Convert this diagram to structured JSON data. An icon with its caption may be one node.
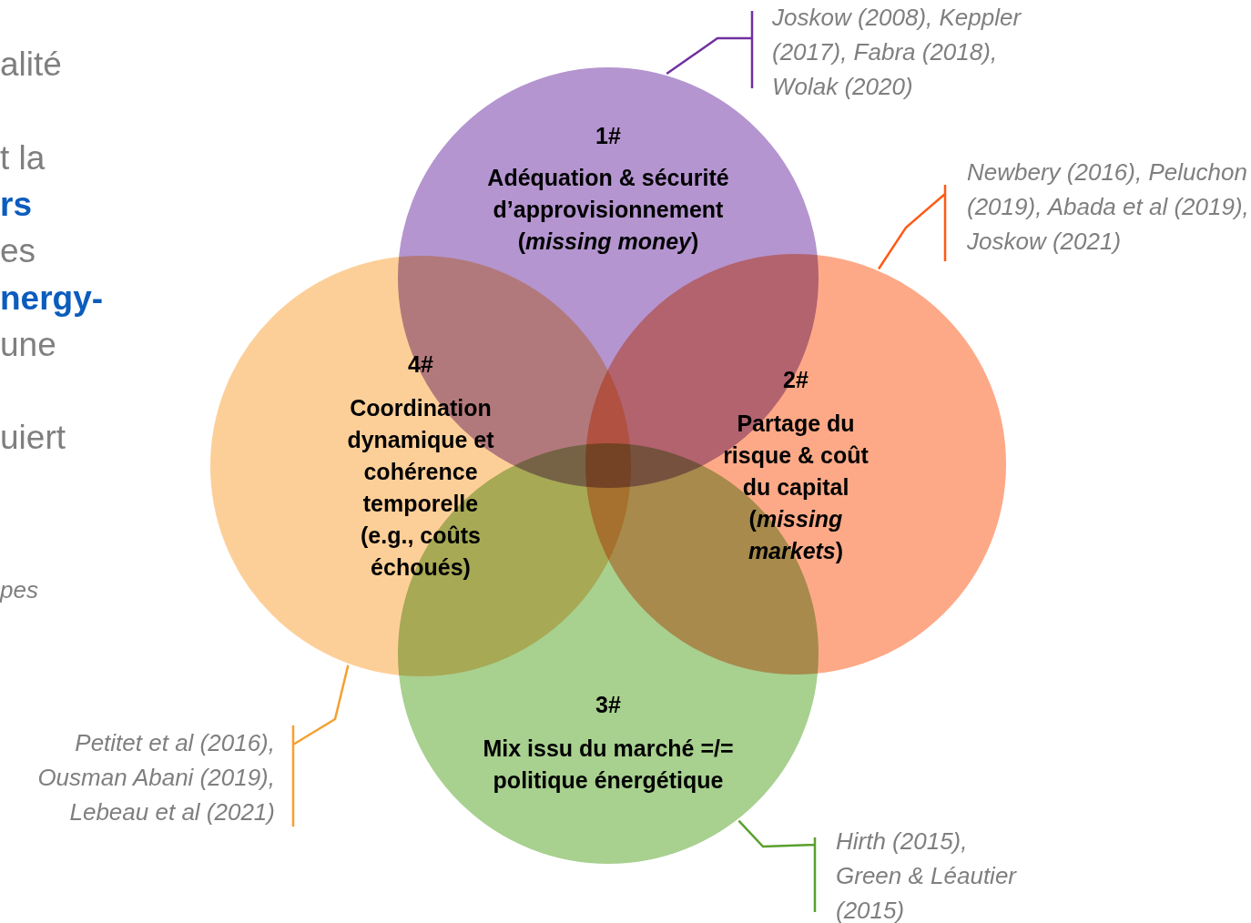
{
  "diagram": {
    "nodes": [
      {
        "text": [
          "1#",
          "Adéquation & sécurité d’approvisionnement (*missing money*)"
        ]
      },
      {
        "text": [
          "2#",
          "Partage du risque & coût du capital (*missing markets*)"
        ]
      },
      {
        "text": [
          "3#",
          "Mix issu du marché =/= politique énergétique"
        ]
      },
      {
        "text": [
          "4#",
          "Coordination dynamique et cohérence temporelle (e.g., coûts échoués)"
        ]
      },
      {
        "text": [
          "Joskow (2008), Keppler (2017), Fabra (2018), Wolak (2020)"
        ]
      },
      {
        "text": [
          "Newbery (2016), Peluchon (2019), Abada et al (2019), Joskow (2021)"
        ]
      },
      {
        "text": [
          "Hirth (2015), Green & Léautier (2015)"
        ]
      },
      {
        "text": [
          "Petitet et al (2016), Ousman Abani (2019), Lebeau et al (2021)"
        ]
      }
    ],
    "edges": [
      {
        "from": 4,
        "to": 0,
        "arrow": "none",
        "color": "#7030a0"
      },
      {
        "from": 5,
        "to": 1,
        "arrow": "none",
        "color": "#ff5a14"
      },
      {
        "from": 6,
        "to": 2,
        "arrow": "none",
        "color": "#5aa02c"
      },
      {
        "from": 7,
        "to": 3,
        "arrow": "none",
        "color": "#f5a030"
      }
    ],
    "labels": [
      "alité",
      "t la",
      "rs",
      "es",
      "nergy-",
      "une",
      "uiert",
      "pes"
    ]
  }
}
